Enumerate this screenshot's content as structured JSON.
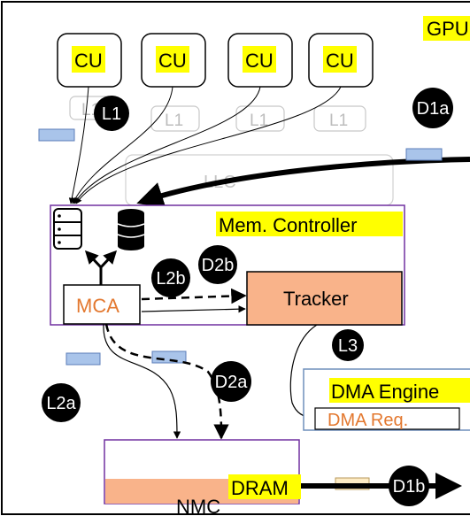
{
  "gpu": {
    "label": "GPU"
  },
  "cus": [
    {
      "label": "CU"
    },
    {
      "label": "CU"
    },
    {
      "label": "CU"
    },
    {
      "label": "CU"
    }
  ],
  "l1s": [
    {
      "label": "L1"
    },
    {
      "label": "L1"
    },
    {
      "label": "L1"
    },
    {
      "label": "L1"
    }
  ],
  "llc": {
    "label": "LLC"
  },
  "mem_controller": {
    "label": "Mem. Controller"
  },
  "mca": {
    "label": "MCA"
  },
  "tracker": {
    "label": "Tracker"
  },
  "dma_engine": {
    "label": "DMA Engine",
    "request_label": "DMA Req."
  },
  "dram": {
    "label": "DRAM",
    "nmc_label": "NMC"
  },
  "badges": {
    "l1": "L1",
    "l2a": "L2a",
    "l2b": "L2b",
    "l3": "L3",
    "d1a": "D1a",
    "d1b": "D1b",
    "d2a": "D2a",
    "d2b": "D2b"
  },
  "colors": {
    "highlight": "#ffff00",
    "orange_fill": "#f9b38a",
    "orange_text": "#e3782f",
    "purple_border": "#7030a0",
    "blue_packet": "#a9c4ea",
    "blue_border": "#5b7db8",
    "cream_packet": "#fdebc4",
    "steel_border": "#6f8fbc"
  }
}
